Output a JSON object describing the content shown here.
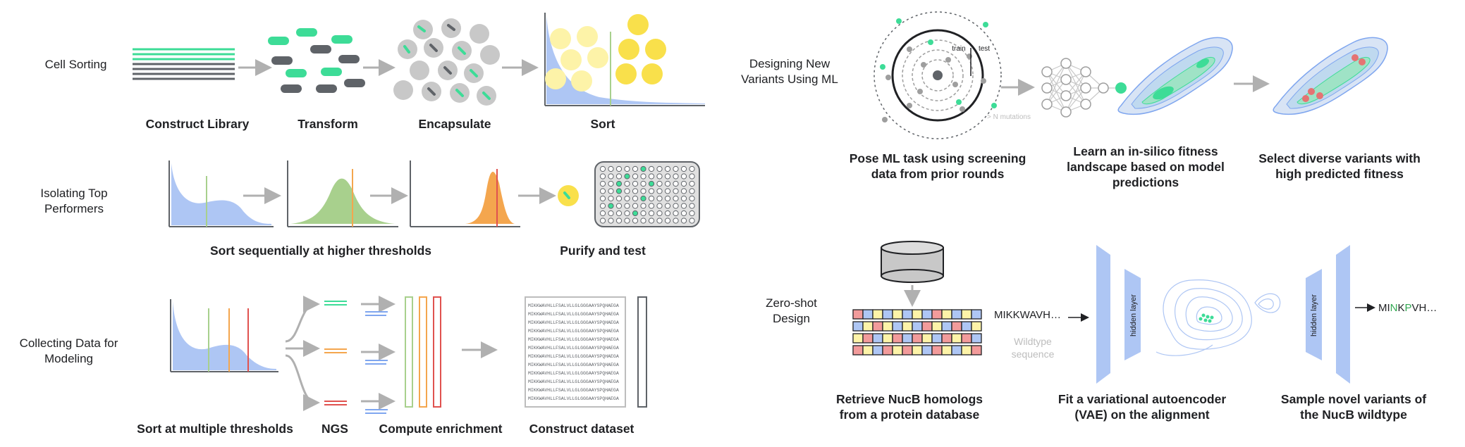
{
  "left": {
    "rows": [
      {
        "label": "Cell Sorting",
        "captions": [
          "Construct Library",
          "Transform",
          "Encapsulate",
          "Sort"
        ]
      },
      {
        "label": "Isolating Top Performers",
        "captions": [
          "Sort sequentially at higher thresholds",
          "Purify and test"
        ]
      },
      {
        "label": "Collecting Data for Modeling",
        "captions": [
          "Sort at multiple thresholds",
          "NGS",
          "Compute enrichment",
          "Construct dataset"
        ]
      }
    ],
    "sequence_line": "MIKKWAVHLLFSALVLLGLGGGAAYSPQHAEGA"
  },
  "right": {
    "ml": {
      "label": "Designing New Variants Using ML",
      "train_label": "train",
      "test_label": "test",
      "mutations_label": "> N mutations",
      "captions": [
        "Pose ML task using screening data from prior rounds",
        "Learn an in-silico fitness landscape based on model predictions",
        "Select diverse variants with high predicted fitness"
      ]
    },
    "zeroshot": {
      "label": "Zero-shot Design",
      "input_sequence": "MIKKWAVH…",
      "wildtype_label": "Wildtype sequence",
      "hidden_layer": "hidden layer",
      "output_sequence_parts": [
        "MI",
        "N",
        "K",
        "P",
        "VH…"
      ],
      "captions": [
        "Retrieve NucB homologs from a protein database",
        "Fit a variational autoencoder (VAE) on the alignment",
        "Sample novel variants of the NucB wildtype"
      ]
    }
  },
  "colors": {
    "green": "#3ddc97",
    "grey": "#5f6368",
    "lightgrey": "#c8c8c8",
    "blue": "#aec6f4",
    "yellow": "#fdf3a8",
    "orange": "#f4a64e",
    "red": "#e0524f",
    "lightgreen": "#a8d08d",
    "arrow": "#b0b0b0"
  }
}
